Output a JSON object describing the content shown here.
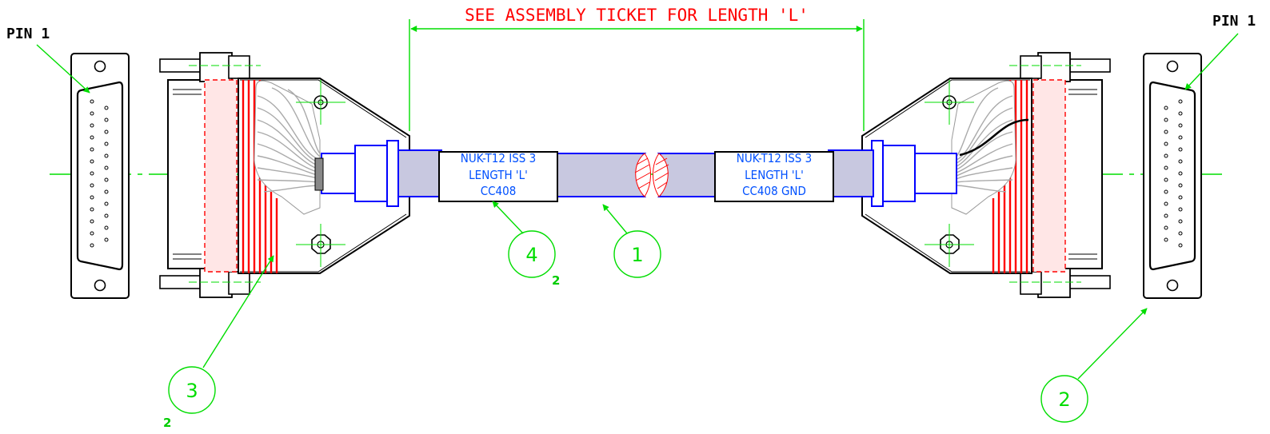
{
  "title": "SEE ASSEMBLY TICKET FOR LENGTH 'L'",
  "pin_label_left": "PIN 1",
  "pin_label_right": "PIN 1",
  "tag_left": {
    "line1": "NUK-T12 ISS 3",
    "line2": "LENGTH 'L'",
    "line3": "CC408"
  },
  "tag_right": {
    "line1": "NUK-T12 ISS 3",
    "line2": "LENGTH 'L'",
    "line3": "CC408 GND"
  },
  "balloons": {
    "b1": "1",
    "b2": "2",
    "b3": "3",
    "b4": "4"
  },
  "balloon_sup": {
    "b3": "2",
    "b4": "2"
  },
  "colors": {
    "outline": "#000000",
    "cable": "#0000ff",
    "cable_fill": "#c8c8e0",
    "ribbon": "#ff0000",
    "wires": "#aaaaaa",
    "leader": "#00dd00",
    "title": "#ff0000",
    "tag_text": "#0050ff"
  }
}
